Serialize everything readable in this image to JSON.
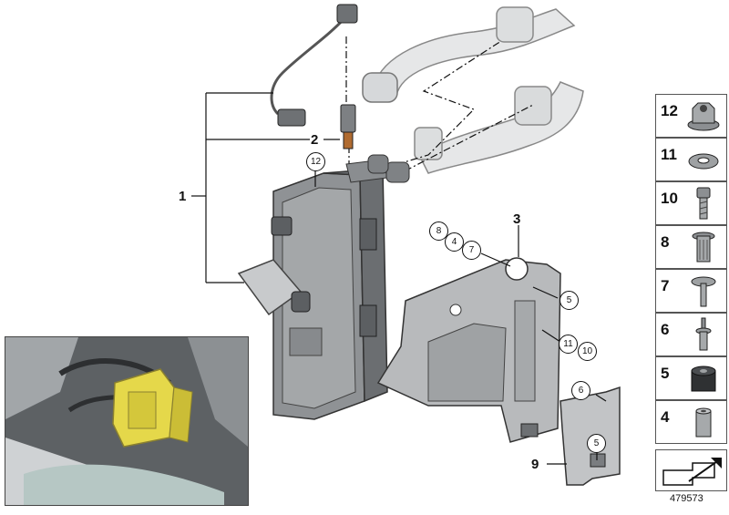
{
  "callouts": {
    "main_part": "1",
    "sensor": "2",
    "bracket": "3",
    "bracket_small": "9",
    "circled_12": "12",
    "circled_8": "8",
    "circled_4": "4",
    "circled_7": "7",
    "circled_5a": "5",
    "circled_11": "11",
    "circled_10": "10",
    "circled_6": "6",
    "circled_5b": "5"
  },
  "legend": {
    "items": [
      {
        "number": "12",
        "icon": "flange-nut-icon"
      },
      {
        "number": "11",
        "icon": "washer-icon"
      },
      {
        "number": "10",
        "icon": "hex-socket-screw-icon"
      },
      {
        "number": "8",
        "icon": "rivet-nut-icon"
      },
      {
        "number": "7",
        "icon": "collar-screw-icon"
      },
      {
        "number": "6",
        "icon": "blind-rivet-icon"
      },
      {
        "number": "5",
        "icon": "rubber-mount-icon"
      },
      {
        "number": "4",
        "icon": "spacer-sleeve-icon"
      }
    ],
    "arrow_icon": "view-arrow-icon"
  },
  "image_id": "479573",
  "colors": {
    "line": "#111111",
    "part_fill": "#9c9fa1",
    "part_dark": "#5a5d60",
    "highlight": "#e5d84a",
    "bracket_fill": "#b3b5b7"
  }
}
